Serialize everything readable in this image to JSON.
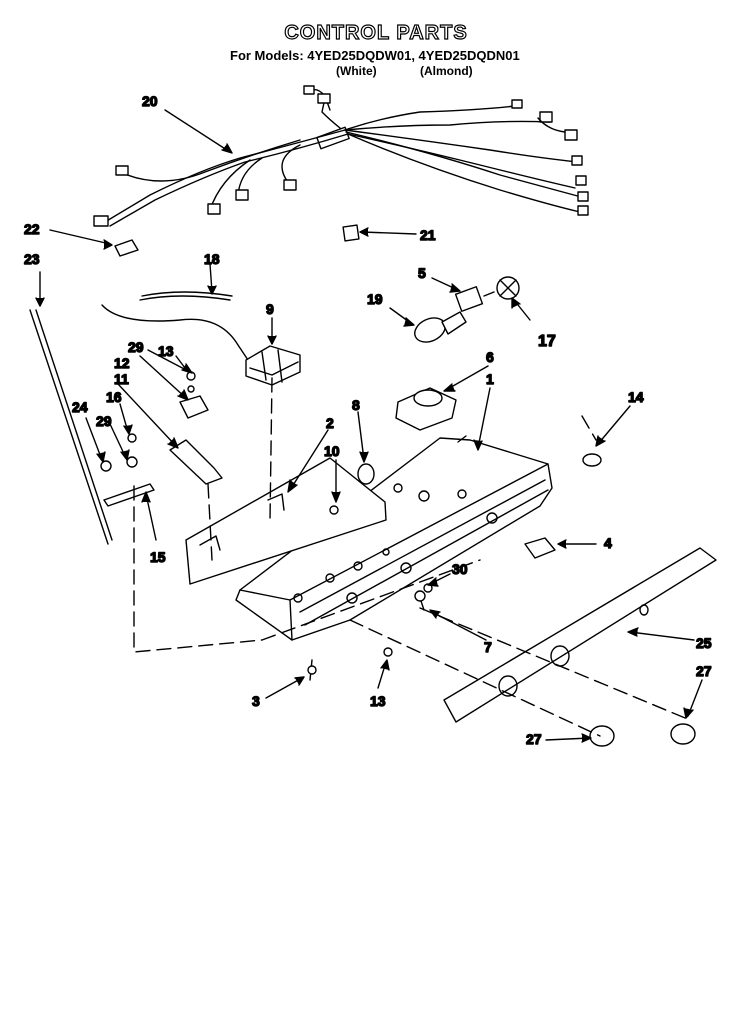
{
  "header": {
    "title": "CONTROL PARTS",
    "models_line": "For Models: 4YED25DQDW01, 4YED25DQDN01",
    "color_white": "(White)",
    "color_almond": "(Almond)"
  },
  "callouts": {
    "p1": "1",
    "p2": "2",
    "p3": "3",
    "p4": "4",
    "p5": "5",
    "p6": "6",
    "p7": "7",
    "p8": "8",
    "p9": "9",
    "p10": "10",
    "p11": "11",
    "p12": "12",
    "p13a": "13",
    "p13b": "13",
    "p14": "14",
    "p15": "15",
    "p16": "16",
    "p17": "17",
    "p18": "18",
    "p19": "19",
    "p20": "20",
    "p21": "21",
    "p22": "22",
    "p23": "23",
    "p24": "24",
    "p25": "25",
    "p27a": "27",
    "p27b": "27",
    "p29a": "29",
    "p29b": "29",
    "p30": "30"
  }
}
